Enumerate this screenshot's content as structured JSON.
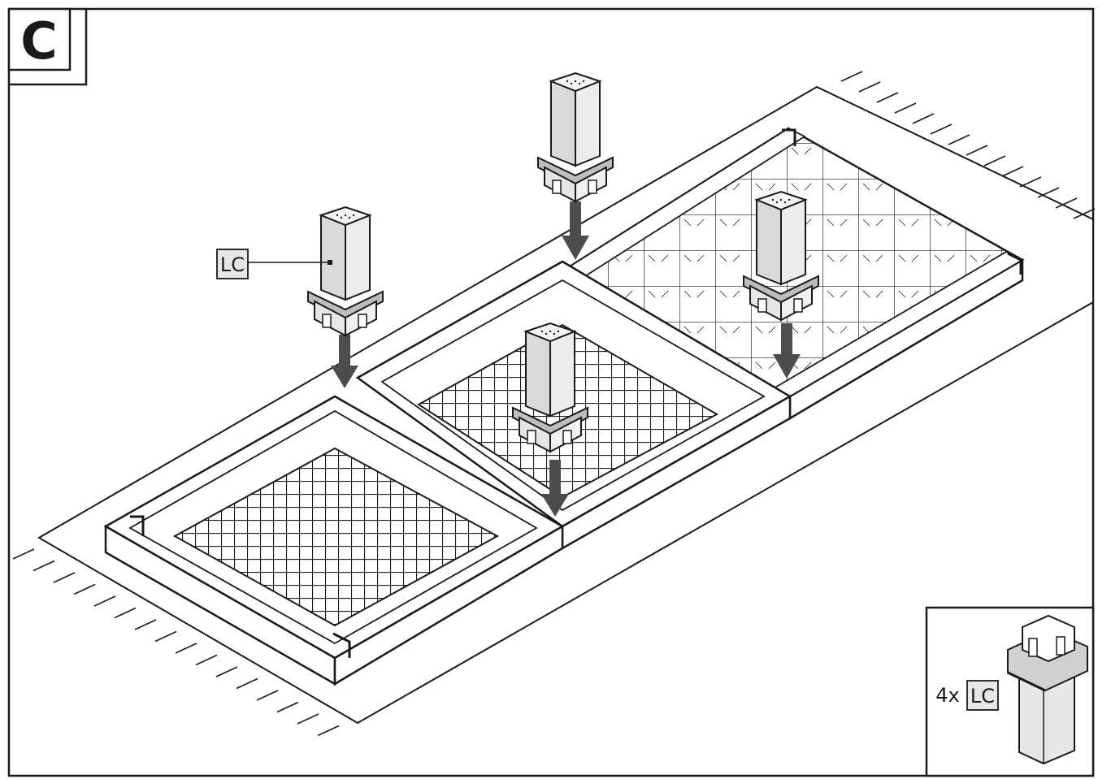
{
  "step": {
    "letter": "C"
  },
  "callout": {
    "part_code": "LC"
  },
  "inset": {
    "quantity": "4x",
    "part_code": "LC"
  },
  "colors": {
    "line": "#1a1a1a",
    "part_fill": "#d9d9d9",
    "part_shade": "#a8a8a8",
    "arrow": "#4d4d4d",
    "label_bg": "#e6e6e6"
  }
}
